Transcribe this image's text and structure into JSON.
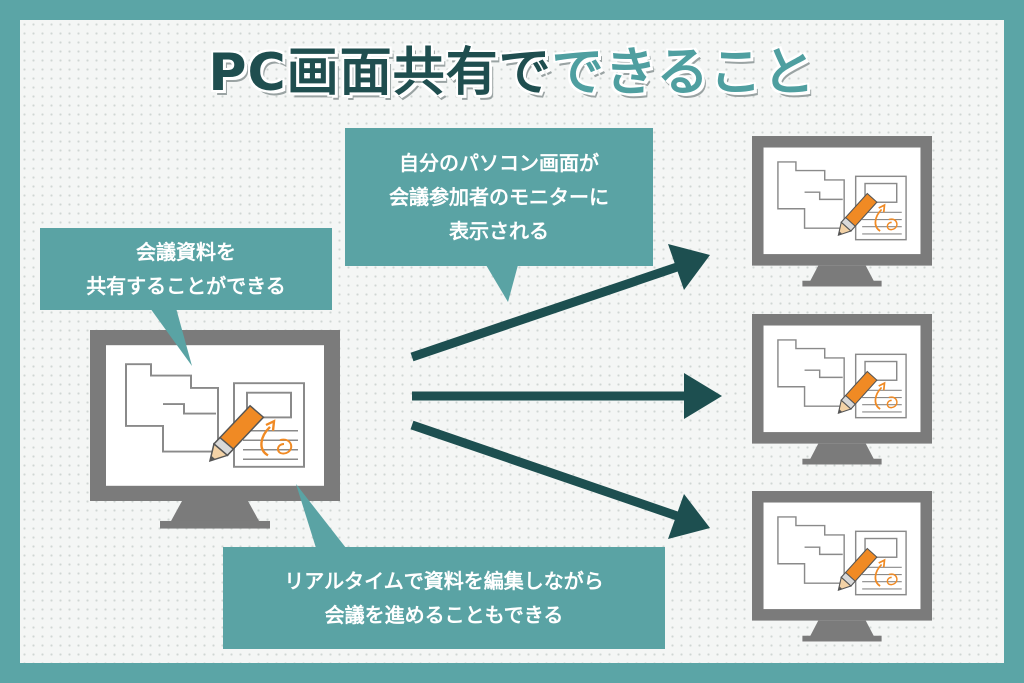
{
  "title": {
    "part1": "PC画面共有で",
    "part2": "できること"
  },
  "callouts": {
    "materials": "会議資料を\n共有することができる",
    "display": "自分のパソコン画面が\n会議参加者のモニターに\n表示される",
    "realtime": "リアルタイムで資料を編集しながら\n会議を進めることもできる"
  },
  "colors": {
    "frame": "#5ba5a6",
    "bubble": "#5aa3a4",
    "arrow": "#1d4f50",
    "monitor": "#7b7b7b",
    "pencil": "#f08a24",
    "title_dark": "#1f4e4f",
    "title_light": "#4f9fa0"
  },
  "icons": [
    "monitor-icon",
    "document-icon",
    "pencil-icon",
    "arrow-right-icon"
  ]
}
